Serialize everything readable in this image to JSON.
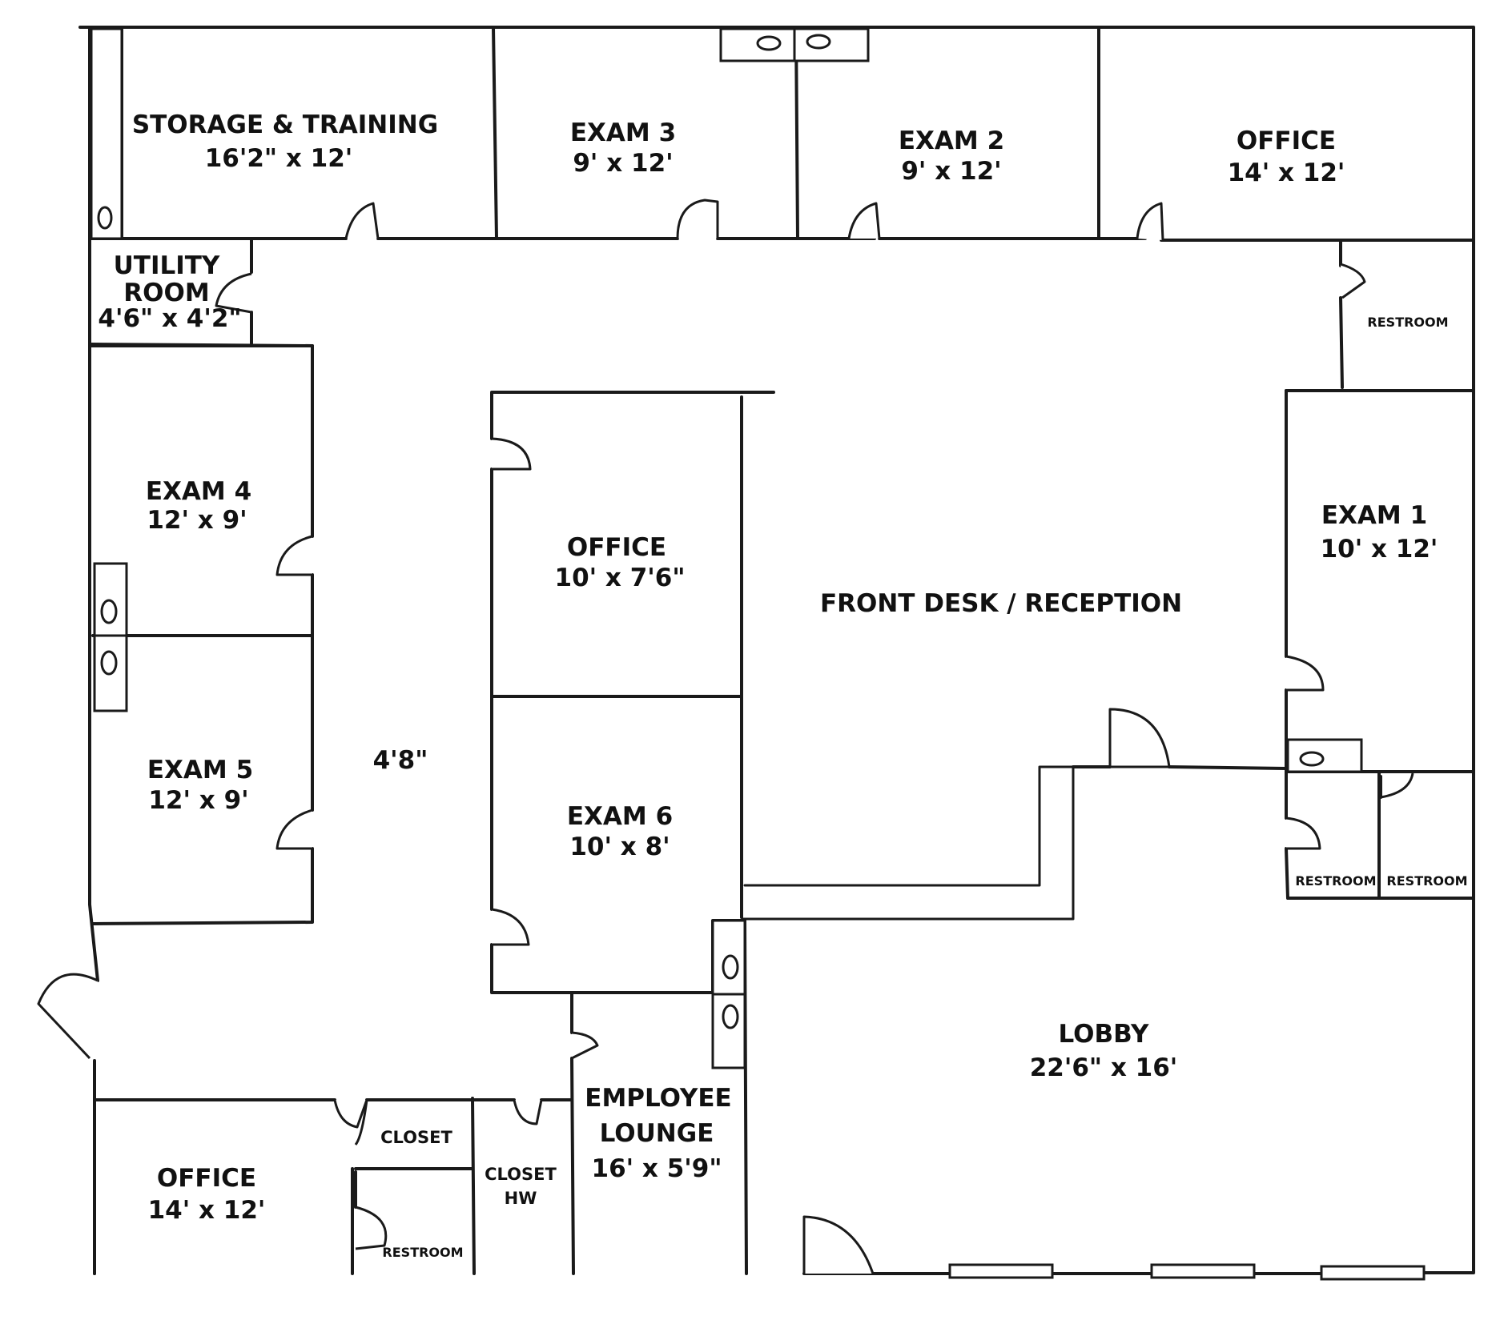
{
  "rooms": {
    "storage_training": {
      "name": "STORAGE & TRAINING",
      "size": "16'2\" x 12'"
    },
    "exam_3": {
      "name": "EXAM 3",
      "size": "9' x 12'"
    },
    "exam_2": {
      "name": "EXAM 2",
      "size": "9' x 12'"
    },
    "office_top_right": {
      "name": "OFFICE",
      "size": "14' x 12'"
    },
    "utility_room": {
      "name_line1": "UTILITY",
      "name_line2": "ROOM",
      "size": "4'6\" x 4'2\""
    },
    "restroom_top_right": {
      "name": "RESTROOM"
    },
    "exam_4": {
      "name": "EXAM 4",
      "size": "12' x 9'"
    },
    "exam_5": {
      "name": "EXAM 5",
      "size": "12' x 9'"
    },
    "office_center": {
      "name": "OFFICE",
      "size": "10' x 7'6\""
    },
    "exam_6": {
      "name": "EXAM 6",
      "size": "10' x 8'"
    },
    "front_desk": {
      "name": "FRONT DESK / RECEPTION"
    },
    "exam_1": {
      "name": "EXAM 1",
      "size": "10' x 12'"
    },
    "restroom_right_a": {
      "name": "RESTROOM"
    },
    "restroom_right_b": {
      "name": "RESTROOM"
    },
    "hallway": {
      "width": "4'8\""
    },
    "lobby": {
      "name": "LOBBY",
      "size": "22'6\" x 16'"
    },
    "employee_lounge": {
      "name_line1": "EMPLOYEE",
      "name_line2": "LOUNGE",
      "size": "16' x 5'9\""
    },
    "office_bottom_left": {
      "name": "OFFICE",
      "size": "14' x 12'"
    },
    "closet": {
      "name": "CLOSET"
    },
    "closet_hw": {
      "name_line1": "CLOSET",
      "name_line2": "HW"
    },
    "restroom_bottom": {
      "name": "RESTROOM"
    }
  }
}
